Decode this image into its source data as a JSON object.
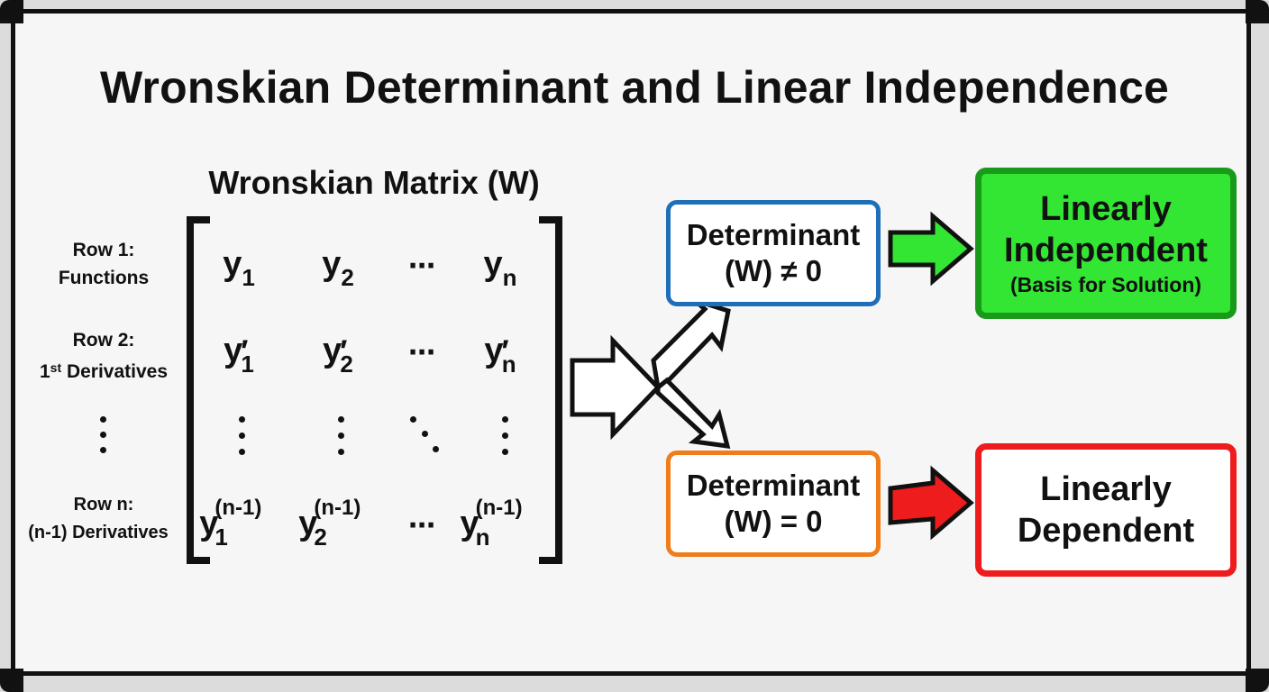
{
  "title": "Wronskian Determinant and Linear Independence",
  "matrix": {
    "title": "Wronskian Matrix (W)",
    "row_labels": [
      {
        "line1": "Row 1:",
        "line2": "Functions"
      },
      {
        "line1": "Row 2:",
        "line2_prefix": "1",
        "line2_sup": "st",
        "line2_suffix": " Derivatives"
      },
      {
        "line1": "Row n:",
        "line2": "(n-1) Derivatives"
      }
    ],
    "row1": [
      {
        "base": "y",
        "sub": "1"
      },
      {
        "base": "y",
        "sub": "2"
      },
      {
        "dots": "⋯"
      },
      {
        "base": "y",
        "sub": "n"
      }
    ],
    "row2": [
      {
        "base": "y",
        "prime": "′",
        "sub": "1"
      },
      {
        "base": "y",
        "prime": "′",
        "sub": "2"
      },
      {
        "dots": "⋯"
      },
      {
        "base": "y",
        "prime": "′",
        "sub": "n"
      }
    ],
    "rown": [
      {
        "base": "y",
        "sup": "(n-1)",
        "sub": "1"
      },
      {
        "base": "y",
        "sup": "(n-1)",
        "sub": "2"
      },
      {
        "dots": "⋯"
      },
      {
        "base": "y",
        "sup": "(n-1)",
        "sub": "n"
      }
    ]
  },
  "conditions": {
    "nonzero": {
      "line1": "Determinant",
      "line2": "(W) ≠ 0",
      "color": "#1f6fb8"
    },
    "zero": {
      "line1": "Determinant",
      "line2": "(W) = 0",
      "color": "#ee7d1a"
    }
  },
  "results": {
    "independent": {
      "line1": "Linearly",
      "line2": "Independent",
      "line3": "(Basis for Solution)",
      "fill": "#33e633",
      "border": "#1a9a1a"
    },
    "dependent": {
      "line1": "Linearly",
      "line2": "Dependent",
      "fill": "#ffffff",
      "border": "#ee1c1c"
    }
  },
  "arrows": {
    "green": "#33e633",
    "red": "#ee1c1c"
  }
}
